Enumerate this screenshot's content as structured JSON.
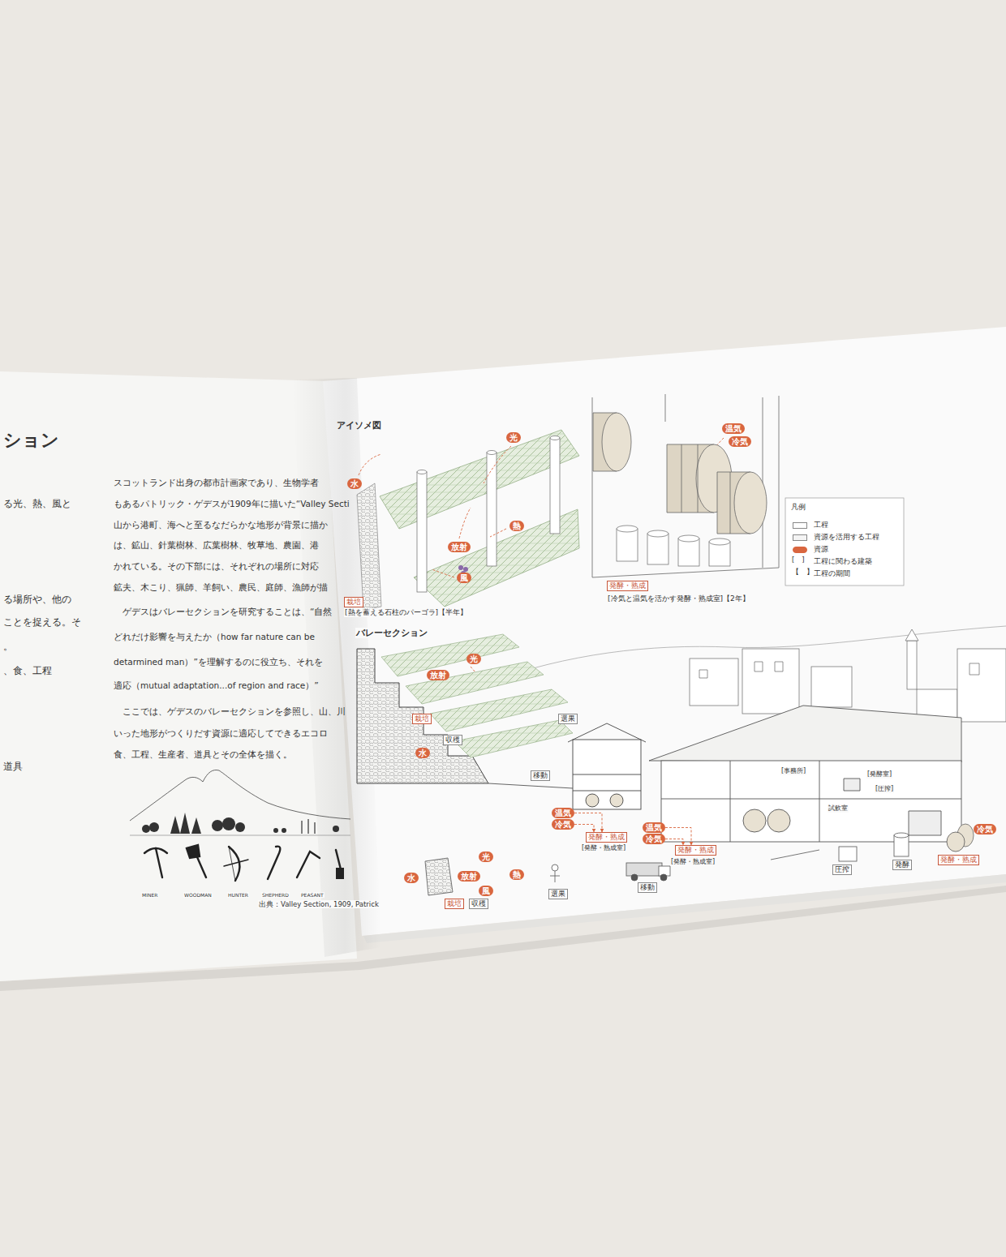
{
  "diagram": {
    "title": "ション",
    "caption": "出典：Valley Section, 1909, Patrick",
    "nodes": [
      {
        "text": [
          "光"
        ]
      },
      {
        "text": [
          "水"
        ]
      },
      {
        "text": [
          "熱"
        ]
      },
      {
        "text": [
          "放射"
        ]
      },
      {
        "text": [
          "風"
        ]
      },
      {
        "text": [
          "栽培"
        ]
      },
      {
        "text": [
          "温気"
        ]
      },
      {
        "text": [
          "冷気"
        ]
      },
      {
        "text": [
          "発酵・熟成"
        ]
      },
      {
        "text": [
          "光"
        ]
      },
      {
        "text": [
          "放射"
        ]
      },
      {
        "text": [
          "栽培"
        ]
      },
      {
        "text": [
          "収穫"
        ]
      },
      {
        "text": [
          "水"
        ]
      },
      {
        "text": [
          "選果"
        ]
      },
      {
        "text": [
          "移動"
        ]
      },
      {
        "text": [
          "温気"
        ]
      },
      {
        "text": [
          "冷気"
        ]
      },
      {
        "text": [
          "発酵・熟成"
        ]
      },
      {
        "text": [
          "温気"
        ]
      },
      {
        "text": [
          "冷気"
        ]
      },
      {
        "text": [
          "発酵・熟成"
        ]
      },
      {
        "text": [
          "冷気"
        ]
      },
      {
        "text": [
          "光"
        ]
      },
      {
        "text": [
          "水"
        ]
      },
      {
        "text": [
          "熱"
        ]
      },
      {
        "text": [
          "放射"
        ]
      },
      {
        "text": [
          "風"
        ]
      },
      {
        "text": [
          "栽培"
        ]
      },
      {
        "text": [
          "収穫"
        ]
      },
      {
        "text": [
          "選果"
        ]
      },
      {
        "text": [
          "移動"
        ]
      },
      {
        "text": [
          "圧搾"
        ]
      },
      {
        "text": [
          "発酵"
        ]
      },
      {
        "text": [
          "発酵・熟成"
        ]
      }
    ],
    "edges": [
      {
        "from": 16,
        "to": 18,
        "arrow": "to"
      },
      {
        "from": 17,
        "to": 18,
        "arrow": "to"
      },
      {
        "from": 19,
        "to": 21,
        "arrow": "to"
      },
      {
        "from": 20,
        "to": 21,
        "arrow": "to"
      }
    ],
    "labels": [
      "る光、熱、風と",
      "る場所や、他の",
      "ことを捉える。そ",
      "。",
      "、食、工程",
      "道具",
      "スコットランド出身の都市計画家であり、生物学者",
      "もあるパトリック・ゲデスが1909年に描いた“Valley Secti",
      "山から港町、海へと至るなだらかな地形が背景に描か",
      "は、鉱山、針葉樹林、広葉樹林、牧草地、農園、港",
      "かれている。その下部には、それぞれの場所に対応",
      "鉱夫、木こり、猟師、羊飼い、農民、庭師、漁師が描",
      "ゲデスはバレーセクションを研究することは、“自然",
      "どれだけ影響を与えたか（how far nature can be",
      "detarmined man）”を理解するのに役立ち、それを",
      "適応（mutual adaptation...of region and race）”",
      "ここでは、ゲデスのバレーセクションを参照し、山、川",
      "いった地形がつくりだす資源に適応してできるエコロ",
      "食、工程、生産者、道具とその全体を描く。",
      "MINER",
      "WOODMAN",
      "HUNTER",
      "SHEPHERD",
      "PEASANT",
      "アイソメ図",
      "[熱を蓄える石柱のパーゴラ]【半年】",
      "[冷気と温気を活かす発酵・熟成室]【2年】",
      "凡例",
      "[　]",
      "【　】",
      "バレーセクション",
      "[事務所]",
      "[発酵室]",
      "[圧搾]",
      "試飲室",
      "[発酵・熟成室]",
      "[発酵・熟成室]"
    ],
    "legend": [
      {
        "text": "工程",
        "color": "#ffffff"
      },
      {
        "text": "資源を活用する工程",
        "color": "#f4f4f4"
      },
      {
        "text": "資源",
        "color": "#d9663f"
      },
      {
        "text": "工程に関わる建築"
      },
      {
        "text": "工程の期間"
      }
    ]
  }
}
